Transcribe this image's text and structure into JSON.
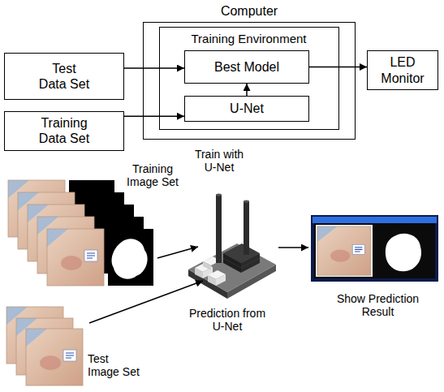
{
  "diagram": {
    "nodes": [
      {
        "text": [
          "Computer"
        ]
      },
      {
        "text": [
          "Training Environment"
        ],
        "in": 0
      },
      {
        "text": [
          "Best Model"
        ],
        "in": 1
      },
      {
        "text": [
          "U-Net"
        ],
        "in": 1
      },
      {
        "text": [
          "Test Data Set"
        ]
      },
      {
        "text": [
          "Training Data Set"
        ]
      },
      {
        "text": [
          "LED Monitor"
        ]
      }
    ],
    "edges": [
      {
        "from": 4,
        "to": 2,
        "arrow": "to"
      },
      {
        "from": 5,
        "to": 3,
        "arrow": "to"
      },
      {
        "from": 3,
        "to": 2,
        "arrow": "to"
      },
      {
        "from": 2,
        "to": 6,
        "arrow": "to"
      }
    ],
    "labels": [
      "Training Image Set",
      "Train with U-Net",
      "Test Image Set",
      "Prediction from U-Net",
      "Show Prediction Result"
    ]
  }
}
